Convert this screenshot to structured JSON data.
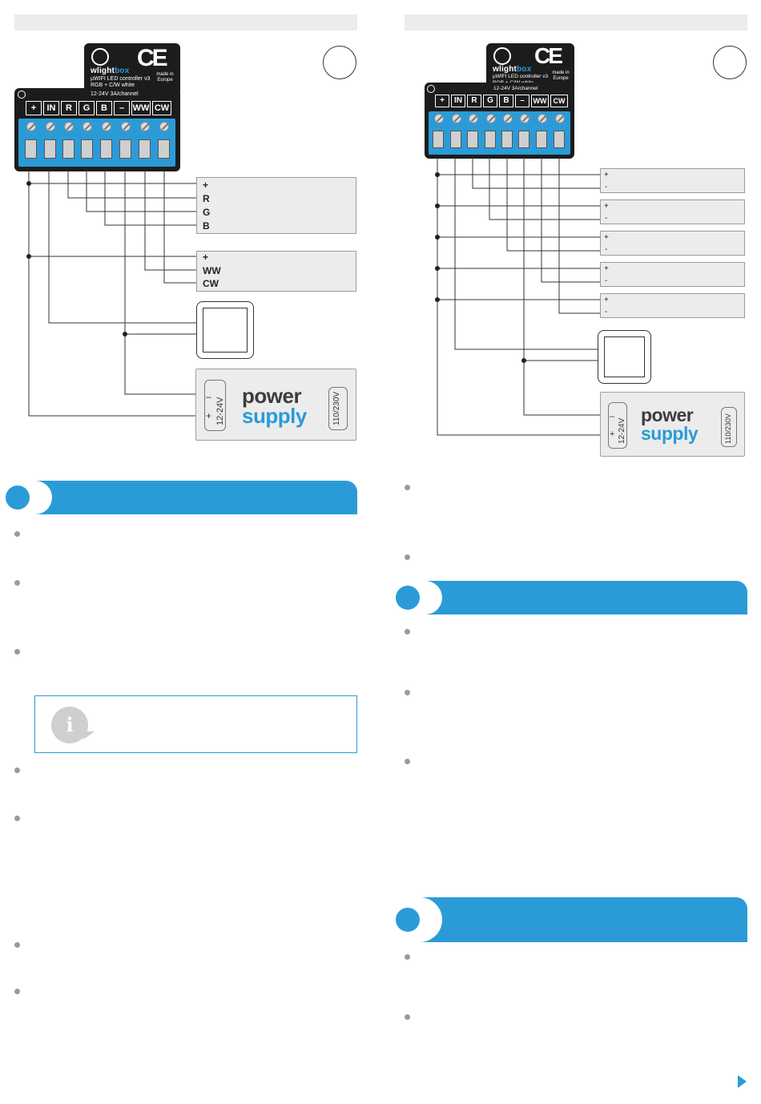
{
  "controller": {
    "brand_a": "wlight",
    "brand_b": "box",
    "model": "µWIFI LED controller v3",
    "type": "RGB + C/W white",
    "rating": "12-24V  3A/channel",
    "ce": "CE",
    "made_in": "made in Europe",
    "terminals": [
      "+",
      "IN",
      "R",
      "G",
      "B",
      "–",
      "WW",
      "CW"
    ]
  },
  "diagram_left": {
    "rgb_strip": [
      "+",
      "R",
      "G",
      "B"
    ],
    "white_strip": [
      "+",
      "WW",
      "CW"
    ]
  },
  "diagram_right": {
    "strips": [
      [
        "+",
        "-"
      ],
      [
        "+",
        "-"
      ],
      [
        "+",
        "-"
      ],
      [
        "+",
        "-"
      ],
      [
        "+",
        "-"
      ]
    ]
  },
  "power_supply": {
    "minus": "–",
    "plus": "+",
    "voltage_out": "12-24V",
    "word_power": "power",
    "word_supply": "supply",
    "voltage_in": "110/230V"
  },
  "info_icon": "i",
  "colors": {
    "accent": "#2b9bd8",
    "controller": "#1c1c1c",
    "panel": "#ececec"
  }
}
